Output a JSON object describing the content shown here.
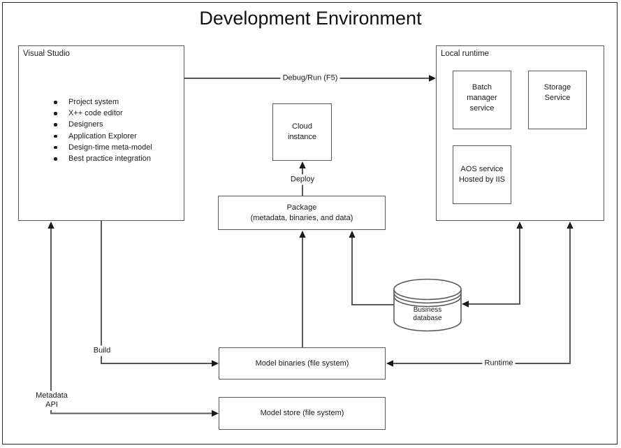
{
  "title": "Development Environment",
  "colors": {
    "background": "#ffffff",
    "line": "#595959",
    "arrowhead": "#1a1a1a",
    "box_border": "#595959",
    "text": "#1a1a1a"
  },
  "visual_studio": {
    "label": "Visual Studio",
    "features": [
      "Project system",
      "X++ code editor",
      "Designers",
      "Application Explorer",
      "Design-time meta-model",
      "Best practice integration"
    ]
  },
  "local_runtime": {
    "label": "Local runtime",
    "batch_service": "Batch\nmanager\nservice",
    "storage_service": "Storage\nService",
    "aos_service": "AOS service\nHosted by IIS"
  },
  "cloud_instance": {
    "label": "Cloud\ninstance"
  },
  "package": {
    "label": "Package\n(metadata, binaries, and data)"
  },
  "business_database": {
    "label": "Business\ndatabase"
  },
  "model_binaries": {
    "label": "Model binaries (file system)"
  },
  "model_store": {
    "label": "Model store (file system)"
  },
  "connectors": {
    "debug_run": "Debug/Run (F5)",
    "deploy": "Deploy",
    "build": "Build",
    "metadata_api": "Metadata\nAPI",
    "runtime": "Runtime"
  }
}
